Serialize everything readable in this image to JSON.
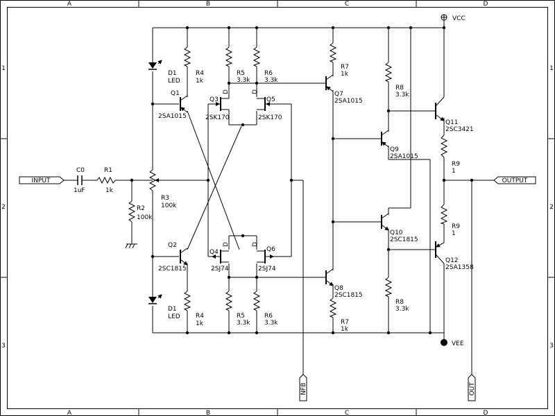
{
  "frame": {
    "columns": [
      "A",
      "B",
      "C",
      "D"
    ],
    "rows": [
      "1",
      "2",
      "3"
    ]
  },
  "rails": {
    "vcc": "VCC",
    "vee": "VEE"
  },
  "ports": {
    "input": "INPUT",
    "output": "OUTPUT",
    "nfb": "NFB",
    "out": "OUT"
  },
  "components": {
    "c0": {
      "ref": "C0",
      "value": "1uF"
    },
    "r1": {
      "ref": "R1",
      "value": "1k"
    },
    "r2": {
      "ref": "R2",
      "value": "100k"
    },
    "r3": {
      "ref": "R3",
      "value": "100k"
    },
    "d1_top": {
      "ref": "D1",
      "value": "LED"
    },
    "d1_bot": {
      "ref": "D1",
      "value": "LED"
    },
    "r4_top": {
      "ref": "R4",
      "value": "1k"
    },
    "r4_bot": {
      "ref": "R4",
      "value": "1k"
    },
    "r5_top": {
      "ref": "R5",
      "value": "3.3k"
    },
    "r5_bot": {
      "ref": "R5",
      "value": "3.3k"
    },
    "r6_top": {
      "ref": "R6",
      "value": "3.3k"
    },
    "r6_bot": {
      "ref": "R6",
      "value": "3.3k"
    },
    "r7_top": {
      "ref": "R7",
      "value": "1k"
    },
    "r7_bot": {
      "ref": "R7",
      "value": "1k"
    },
    "r8_top": {
      "ref": "R8",
      "value": "3.3k"
    },
    "r8_bot": {
      "ref": "R8",
      "value": "3.3k"
    },
    "r9_top": {
      "ref": "R9",
      "value": "1"
    },
    "r9_bot": {
      "ref": "R9",
      "value": "1"
    },
    "q1": {
      "ref": "Q1",
      "value": "2SA1015"
    },
    "q2": {
      "ref": "Q2",
      "value": "2SC1815"
    },
    "q3": {
      "ref": "Q3",
      "value": "2SK170"
    },
    "q4": {
      "ref": "Q4",
      "value": "2SJ74"
    },
    "q5": {
      "ref": "Q5",
      "value": "2SK170"
    },
    "q6": {
      "ref": "Q6",
      "value": "2SJ74"
    },
    "q7": {
      "ref": "Q7",
      "value": "2SA1015"
    },
    "q8": {
      "ref": "Q8",
      "value": "2SC1815"
    },
    "q9": {
      "ref": "Q9",
      "value": "2SA1015"
    },
    "q10": {
      "ref": "Q10",
      "value": "2SC1815"
    },
    "q11": {
      "ref": "Q11",
      "value": "2SC3421"
    },
    "q12": {
      "ref": "Q12",
      "value": "2SA1358"
    }
  },
  "pin_marker": "D"
}
